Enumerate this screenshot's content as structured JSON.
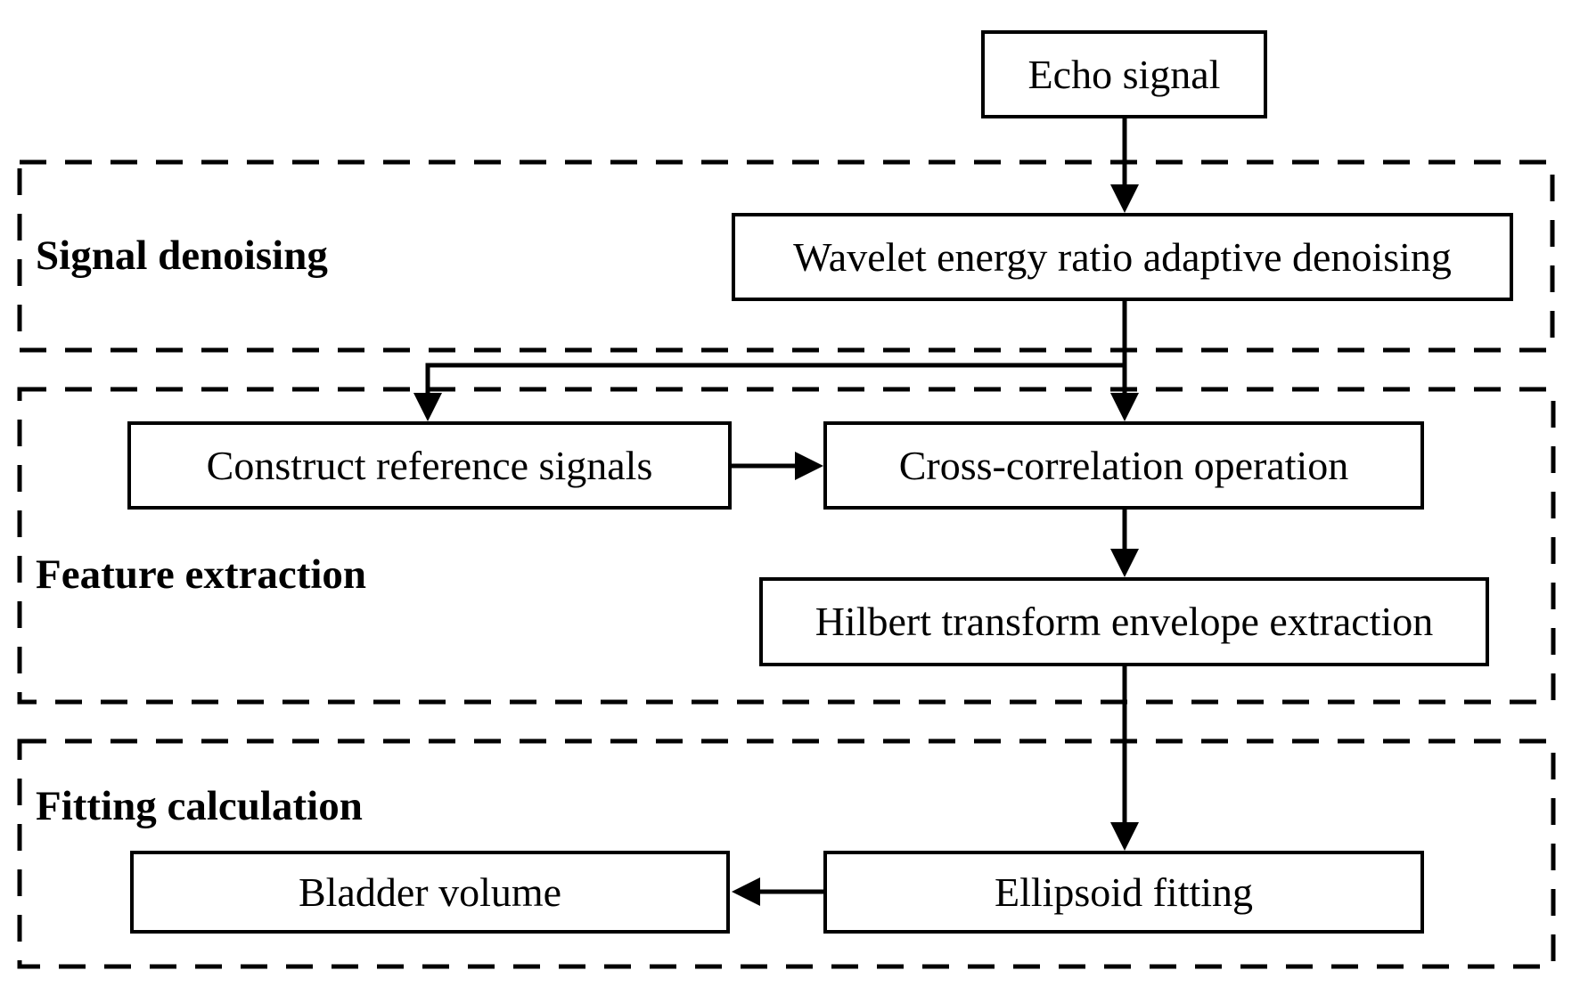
{
  "diagram": {
    "groups": {
      "signal_denoising": {
        "label": "Signal denoising"
      },
      "feature_extraction": {
        "label": "Feature extraction"
      },
      "fitting_calculation": {
        "label": "Fitting calculation"
      }
    },
    "nodes": {
      "echo_signal": {
        "label": "Echo signal"
      },
      "wavelet_denoising": {
        "label": "Wavelet energy ratio adaptive denoising"
      },
      "construct_reference": {
        "label": "Construct reference signals"
      },
      "cross_correlation": {
        "label": "Cross-correlation operation"
      },
      "hilbert_envelope": {
        "label": "Hilbert transform envelope extraction"
      },
      "bladder_volume": {
        "label": "Bladder volume"
      },
      "ellipsoid_fitting": {
        "label": "Ellipsoid fitting"
      }
    },
    "colors": {
      "ink": "#000000",
      "background": "#ffffff"
    }
  }
}
